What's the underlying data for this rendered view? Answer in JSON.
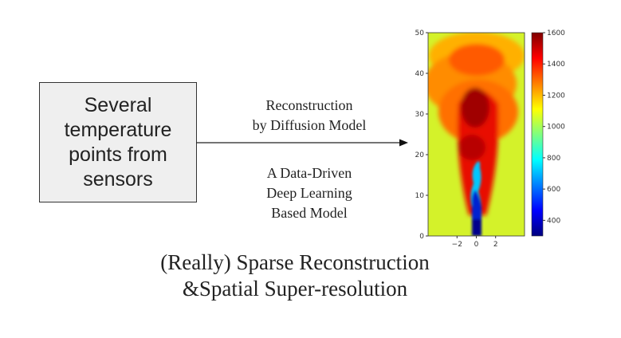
{
  "input_box": {
    "lines": [
      "Several",
      "temperature",
      "points from",
      "sensors"
    ]
  },
  "arrow_label_top": [
    "Reconstruction",
    "by Diffusion Model"
  ],
  "arrow_label_bottom": [
    "A Data-Driven",
    "Deep Learning",
    "Based Model"
  ],
  "caption": [
    "(Really) Sparse Reconstruction",
    "&Spatial Super-resolution"
  ],
  "chart_data": {
    "type": "heatmap",
    "title": "",
    "xlabel": "",
    "ylabel": "",
    "x_ticks": [
      "−2",
      "0",
      "2"
    ],
    "x_tick_values": [
      -2,
      0,
      2
    ],
    "xlim": [
      -5,
      5
    ],
    "y_ticks": [
      "0",
      "10",
      "20",
      "30",
      "40",
      "50"
    ],
    "y_tick_values": [
      0,
      10,
      20,
      30,
      40,
      50
    ],
    "ylim": [
      0,
      50
    ],
    "colormap": "jet",
    "colorbar": {
      "range": [
        300,
        1600
      ],
      "ticks": [
        "400",
        "600",
        "800",
        "1000",
        "1200",
        "1400",
        "1600"
      ],
      "tick_values": [
        400,
        600,
        800,
        1000,
        1200,
        1400,
        1600
      ]
    },
    "description_values": {
      "background_temperature": 1100,
      "core_min": 350,
      "plume_max": 1600
    }
  }
}
